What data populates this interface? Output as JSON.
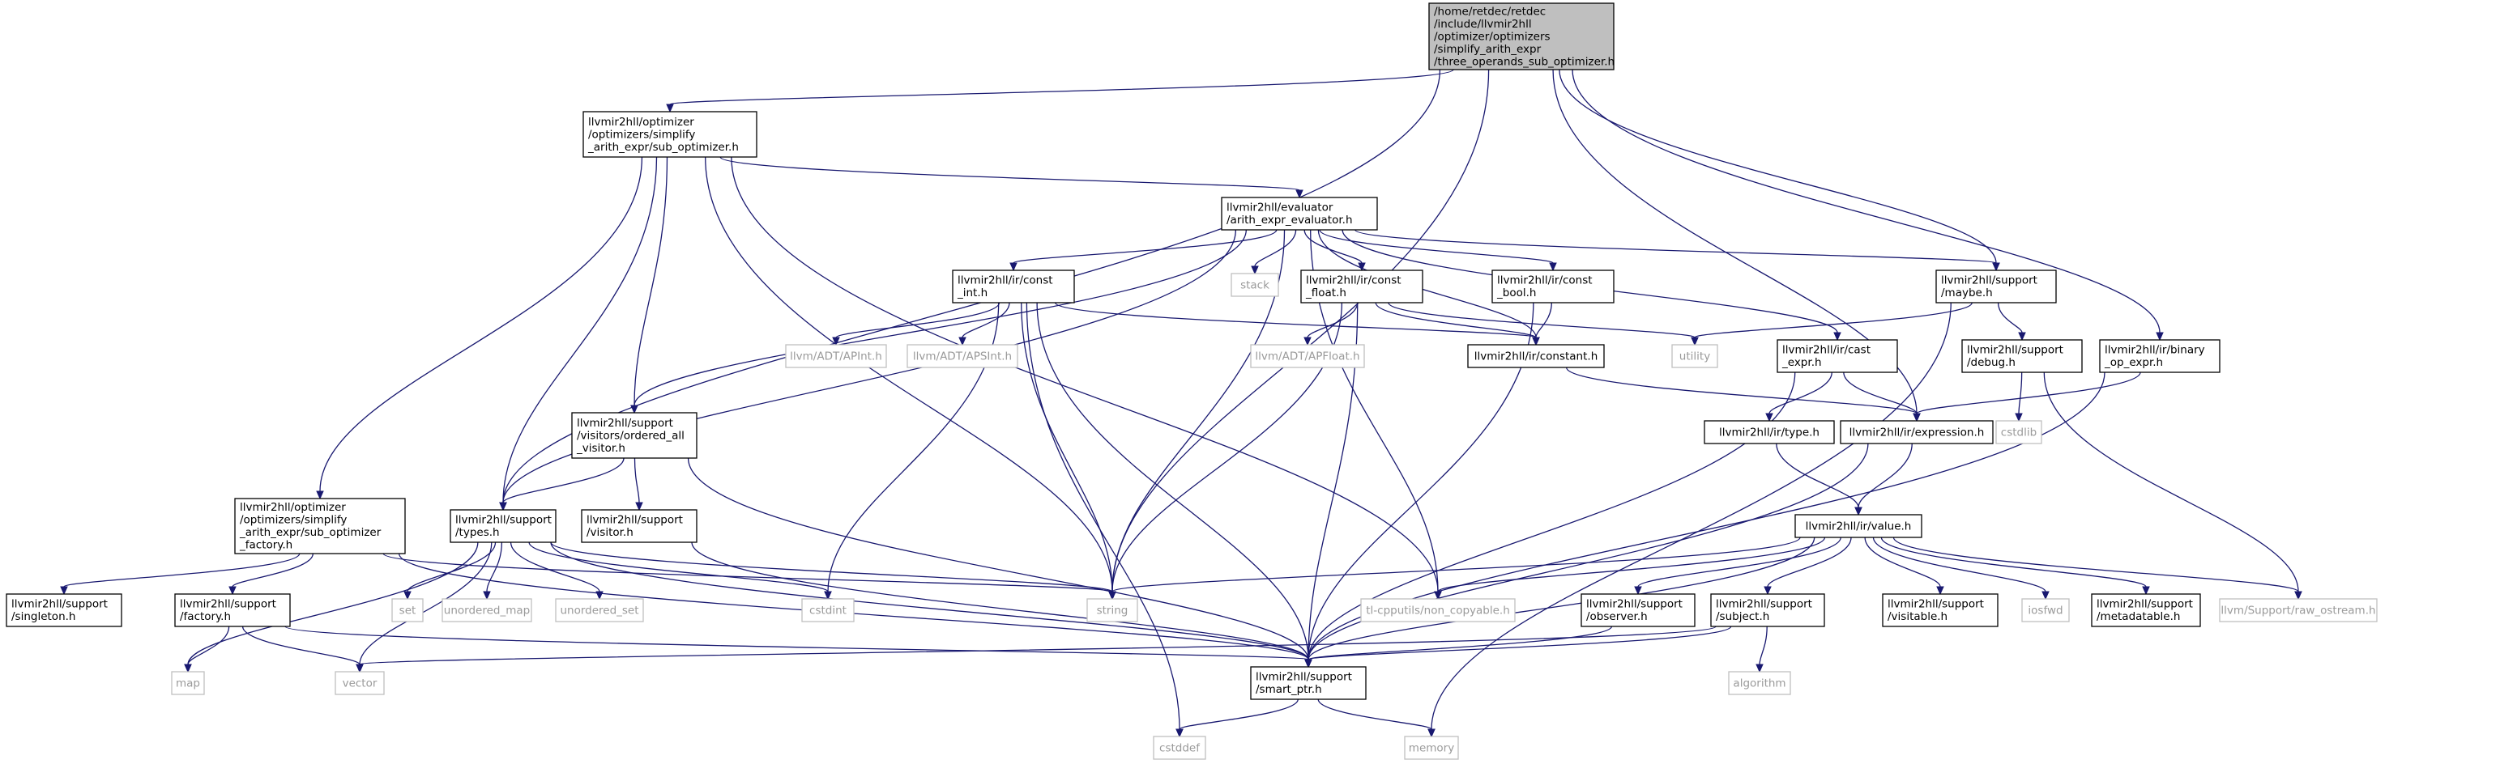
{
  "graph": {
    "colors": {
      "edge": "#191970",
      "root_fill": "#bfbfbf",
      "node_fill": "#ffffff",
      "external_text": "#9a9a9a"
    },
    "nodes": [
      {
        "id": "root",
        "lines": [
          "/home/retdec/retdec",
          "/include/llvmir2hll",
          "/optimizer/optimizers",
          "/simplify_arith_expr",
          "/three_operands_sub_optimizer.h"
        ],
        "kind": "root"
      },
      {
        "id": "sub_opt",
        "lines": [
          "llvmir2hll/optimizer",
          "/optimizers/simplify",
          "_arith_expr/sub_optimizer.h"
        ],
        "kind": "file"
      },
      {
        "id": "evaluator",
        "lines": [
          "llvmir2hll/evaluator",
          "/arith_expr_evaluator.h"
        ],
        "kind": "file"
      },
      {
        "id": "stack",
        "lines": [
          "stack"
        ],
        "kind": "ext"
      },
      {
        "id": "const_int",
        "lines": [
          "llvmir2hll/ir/const",
          "_int.h"
        ],
        "kind": "file"
      },
      {
        "id": "const_float",
        "lines": [
          "llvmir2hll/ir/const",
          "_float.h"
        ],
        "kind": "file"
      },
      {
        "id": "const_bool",
        "lines": [
          "llvmir2hll/ir/const",
          "_bool.h"
        ],
        "kind": "file"
      },
      {
        "id": "maybe",
        "lines": [
          "llvmir2hll/support",
          "/maybe.h"
        ],
        "kind": "file"
      },
      {
        "id": "cast_expr",
        "lines": [
          "llvmir2hll/ir/cast",
          "_expr.h"
        ],
        "kind": "file"
      },
      {
        "id": "binary_op",
        "lines": [
          "llvmir2hll/ir/binary",
          "_op_expr.h"
        ],
        "kind": "file"
      },
      {
        "id": "debug",
        "lines": [
          "llvmir2hll/support",
          "/debug.h"
        ],
        "kind": "file"
      },
      {
        "id": "apint",
        "lines": [
          "llvm/ADT/APInt.h"
        ],
        "kind": "ext"
      },
      {
        "id": "apsint",
        "lines": [
          "llvm/ADT/APSInt.h"
        ],
        "kind": "ext"
      },
      {
        "id": "apfloat",
        "lines": [
          "llvm/ADT/APFloat.h"
        ],
        "kind": "ext"
      },
      {
        "id": "constant",
        "lines": [
          "llvmir2hll/ir/constant.h"
        ],
        "kind": "file"
      },
      {
        "id": "utility",
        "lines": [
          "utility"
        ],
        "kind": "ext"
      },
      {
        "id": "cstdlib",
        "lines": [
          "cstdlib"
        ],
        "kind": "ext"
      },
      {
        "id": "ordered_all",
        "lines": [
          "llvmir2hll/support",
          "/visitors/ordered_all",
          "_visitor.h"
        ],
        "kind": "file"
      },
      {
        "id": "type_h",
        "lines": [
          "llvmir2hll/ir/type.h"
        ],
        "kind": "file"
      },
      {
        "id": "expression",
        "lines": [
          "llvmir2hll/ir/expression.h"
        ],
        "kind": "file"
      },
      {
        "id": "factory_h",
        "lines": [
          "llvmir2hll/optimizer",
          "/optimizers/simplify",
          "_arith_expr/sub_optimizer",
          "_factory.h"
        ],
        "kind": "file"
      },
      {
        "id": "types",
        "lines": [
          "llvmir2hll/support",
          "/types.h"
        ],
        "kind": "file"
      },
      {
        "id": "visitor",
        "lines": [
          "llvmir2hll/support",
          "/visitor.h"
        ],
        "kind": "file"
      },
      {
        "id": "value",
        "lines": [
          "llvmir2hll/ir/value.h"
        ],
        "kind": "file"
      },
      {
        "id": "singleton",
        "lines": [
          "llvmir2hll/support",
          "/singleton.h"
        ],
        "kind": "file"
      },
      {
        "id": "sfactory",
        "lines": [
          "llvmir2hll/support",
          "/factory.h"
        ],
        "kind": "file"
      },
      {
        "id": "set",
        "lines": [
          "set"
        ],
        "kind": "ext"
      },
      {
        "id": "unordered_map",
        "lines": [
          "unordered_map"
        ],
        "kind": "ext"
      },
      {
        "id": "unordered_set",
        "lines": [
          "unordered_set"
        ],
        "kind": "ext"
      },
      {
        "id": "cstdint",
        "lines": [
          "cstdint"
        ],
        "kind": "ext"
      },
      {
        "id": "string",
        "lines": [
          "string"
        ],
        "kind": "ext"
      },
      {
        "id": "noncopy",
        "lines": [
          "tl-cpputils/non_copyable.h"
        ],
        "kind": "ext"
      },
      {
        "id": "observer",
        "lines": [
          "llvmir2hll/support",
          "/observer.h"
        ],
        "kind": "file"
      },
      {
        "id": "subject",
        "lines": [
          "llvmir2hll/support",
          "/subject.h"
        ],
        "kind": "file"
      },
      {
        "id": "visitable",
        "lines": [
          "llvmir2hll/support",
          "/visitable.h"
        ],
        "kind": "file"
      },
      {
        "id": "iosfwd",
        "lines": [
          "iosfwd"
        ],
        "kind": "ext"
      },
      {
        "id": "metadatable",
        "lines": [
          "llvmir2hll/support",
          "/metadatable.h"
        ],
        "kind": "file"
      },
      {
        "id": "raw_ostream",
        "lines": [
          "llvm/Support/raw_ostream.h"
        ],
        "kind": "ext"
      },
      {
        "id": "map",
        "lines": [
          "map"
        ],
        "kind": "ext"
      },
      {
        "id": "vector",
        "lines": [
          "vector"
        ],
        "kind": "ext"
      },
      {
        "id": "smart_ptr",
        "lines": [
          "llvmir2hll/support",
          "/smart_ptr.h"
        ],
        "kind": "file"
      },
      {
        "id": "algorithm",
        "lines": [
          "algorithm"
        ],
        "kind": "ext"
      },
      {
        "id": "cstddef",
        "lines": [
          "cstddef"
        ],
        "kind": "ext"
      },
      {
        "id": "memory",
        "lines": [
          "memory"
        ],
        "kind": "ext"
      }
    ],
    "edges": [
      [
        "root",
        "sub_opt"
      ],
      [
        "root",
        "types"
      ],
      [
        "root",
        "string"
      ],
      [
        "root",
        "expression"
      ],
      [
        "root",
        "maybe"
      ],
      [
        "root",
        "binary_op"
      ],
      [
        "sub_opt",
        "evaluator"
      ],
      [
        "sub_opt",
        "factory_h"
      ],
      [
        "sub_opt",
        "types"
      ],
      [
        "sub_opt",
        "ordered_all"
      ],
      [
        "sub_opt",
        "string"
      ],
      [
        "sub_opt",
        "noncopy"
      ],
      [
        "evaluator",
        "stack"
      ],
      [
        "evaluator",
        "const_int"
      ],
      [
        "evaluator",
        "const_float"
      ],
      [
        "evaluator",
        "const_bool"
      ],
      [
        "evaluator",
        "maybe"
      ],
      [
        "evaluator",
        "cast_expr"
      ],
      [
        "evaluator",
        "constant"
      ],
      [
        "evaluator",
        "string"
      ],
      [
        "evaluator",
        "types"
      ],
      [
        "evaluator",
        "ordered_all"
      ],
      [
        "evaluator",
        "noncopy"
      ],
      [
        "const_int",
        "apint"
      ],
      [
        "const_int",
        "apsint"
      ],
      [
        "const_int",
        "constant"
      ],
      [
        "const_int",
        "string"
      ],
      [
        "const_int",
        "cstdint"
      ],
      [
        "const_int",
        "smart_ptr"
      ],
      [
        "const_int",
        "cstddef"
      ],
      [
        "const_float",
        "apfloat"
      ],
      [
        "const_float",
        "constant"
      ],
      [
        "const_float",
        "string"
      ],
      [
        "const_float",
        "smart_ptr"
      ],
      [
        "const_float",
        "utility"
      ],
      [
        "const_bool",
        "constant"
      ],
      [
        "const_bool",
        "smart_ptr"
      ],
      [
        "maybe",
        "debug"
      ],
      [
        "maybe",
        "utility"
      ],
      [
        "maybe",
        "memory"
      ],
      [
        "cast_expr",
        "expression"
      ],
      [
        "cast_expr",
        "type_h"
      ],
      [
        "cast_expr",
        "smart_ptr"
      ],
      [
        "binary_op",
        "expression"
      ],
      [
        "binary_op",
        "smart_ptr"
      ],
      [
        "debug",
        "cstdlib"
      ],
      [
        "debug",
        "raw_ostream"
      ],
      [
        "constant",
        "expression"
      ],
      [
        "ordered_all",
        "types"
      ],
      [
        "ordered_all",
        "visitor"
      ],
      [
        "ordered_all",
        "smart_ptr"
      ],
      [
        "type_h",
        "value"
      ],
      [
        "expression",
        "value"
      ],
      [
        "expression",
        "smart_ptr"
      ],
      [
        "factory_h",
        "singleton"
      ],
      [
        "factory_h",
        "sfactory"
      ],
      [
        "factory_h",
        "string"
      ],
      [
        "factory_h",
        "smart_ptr"
      ],
      [
        "types",
        "set"
      ],
      [
        "types",
        "unordered_map"
      ],
      [
        "types",
        "unordered_set"
      ],
      [
        "types",
        "cstdint"
      ],
      [
        "types",
        "string"
      ],
      [
        "types",
        "map"
      ],
      [
        "types",
        "vector"
      ],
      [
        "types",
        "smart_ptr"
      ],
      [
        "visitor",
        "smart_ptr"
      ],
      [
        "value",
        "string"
      ],
      [
        "value",
        "noncopy"
      ],
      [
        "value",
        "observer"
      ],
      [
        "value",
        "subject"
      ],
      [
        "value",
        "visitable"
      ],
      [
        "value",
        "iosfwd"
      ],
      [
        "value",
        "metadatable"
      ],
      [
        "value",
        "raw_ostream"
      ],
      [
        "value",
        "smart_ptr"
      ],
      [
        "observer",
        "smart_ptr"
      ],
      [
        "subject",
        "smart_ptr"
      ],
      [
        "subject",
        "algorithm"
      ],
      [
        "subject",
        "vector"
      ],
      [
        "sfactory",
        "map"
      ],
      [
        "sfactory",
        "vector"
      ],
      [
        "sfactory",
        "smart_ptr"
      ],
      [
        "smart_ptr",
        "cstddef"
      ],
      [
        "smart_ptr",
        "memory"
      ]
    ]
  }
}
